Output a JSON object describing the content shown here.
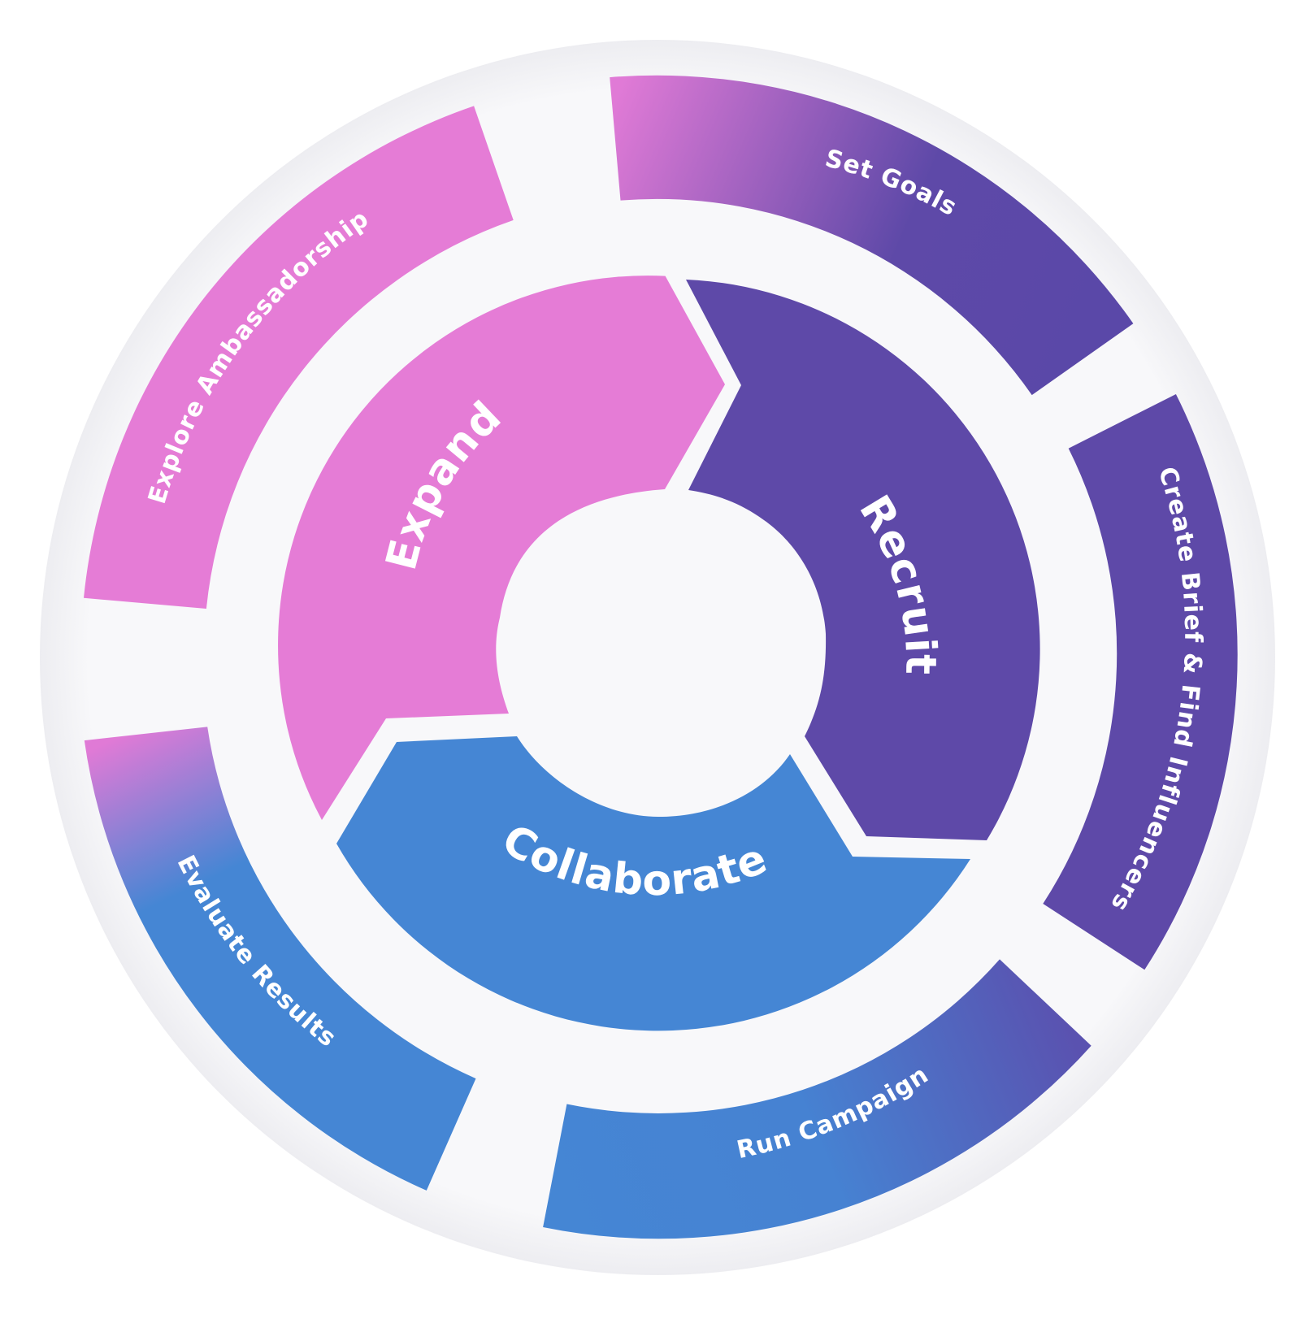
{
  "diagram": {
    "center_stages": [
      {
        "id": "expand",
        "label": "Expand"
      },
      {
        "id": "recruit",
        "label": "Recruit"
      },
      {
        "id": "collaborate",
        "label": "Collaborate"
      }
    ],
    "outer_steps": [
      {
        "id": "set-goals",
        "label": "Set Goals"
      },
      {
        "id": "create-brief",
        "label": "Create Brief & Find Influencers"
      },
      {
        "id": "run-campaign",
        "label": "Run Campaign"
      },
      {
        "id": "evaluate-results",
        "label": "Evaluate  Results"
      },
      {
        "id": "explore-ambassadorship",
        "label": "Explore Ambassadorship"
      }
    ],
    "colors": {
      "pink": "#E57CD6",
      "purple": "#5E49A8",
      "blue": "#4586D4",
      "background_disc": "#F8F8FA"
    }
  }
}
